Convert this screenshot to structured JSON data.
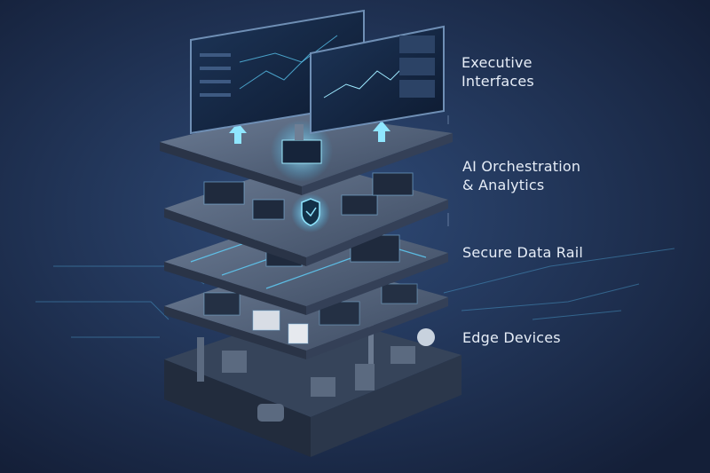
{
  "diagram": {
    "layers": [
      {
        "label_lines": [
          "Executive",
          "Interfaces"
        ]
      },
      {
        "label_lines": [
          "AI Orchestration",
          "& Analytics"
        ]
      },
      {
        "label_lines": [
          "Secure Data Rail"
        ]
      },
      {
        "label_lines": [
          "Edge Devices"
        ]
      }
    ]
  },
  "colors": {
    "background": "#1a2a48",
    "accent_glow": "#5fd4ff",
    "plate": "#4a5a74",
    "label": "#e6edf7"
  }
}
